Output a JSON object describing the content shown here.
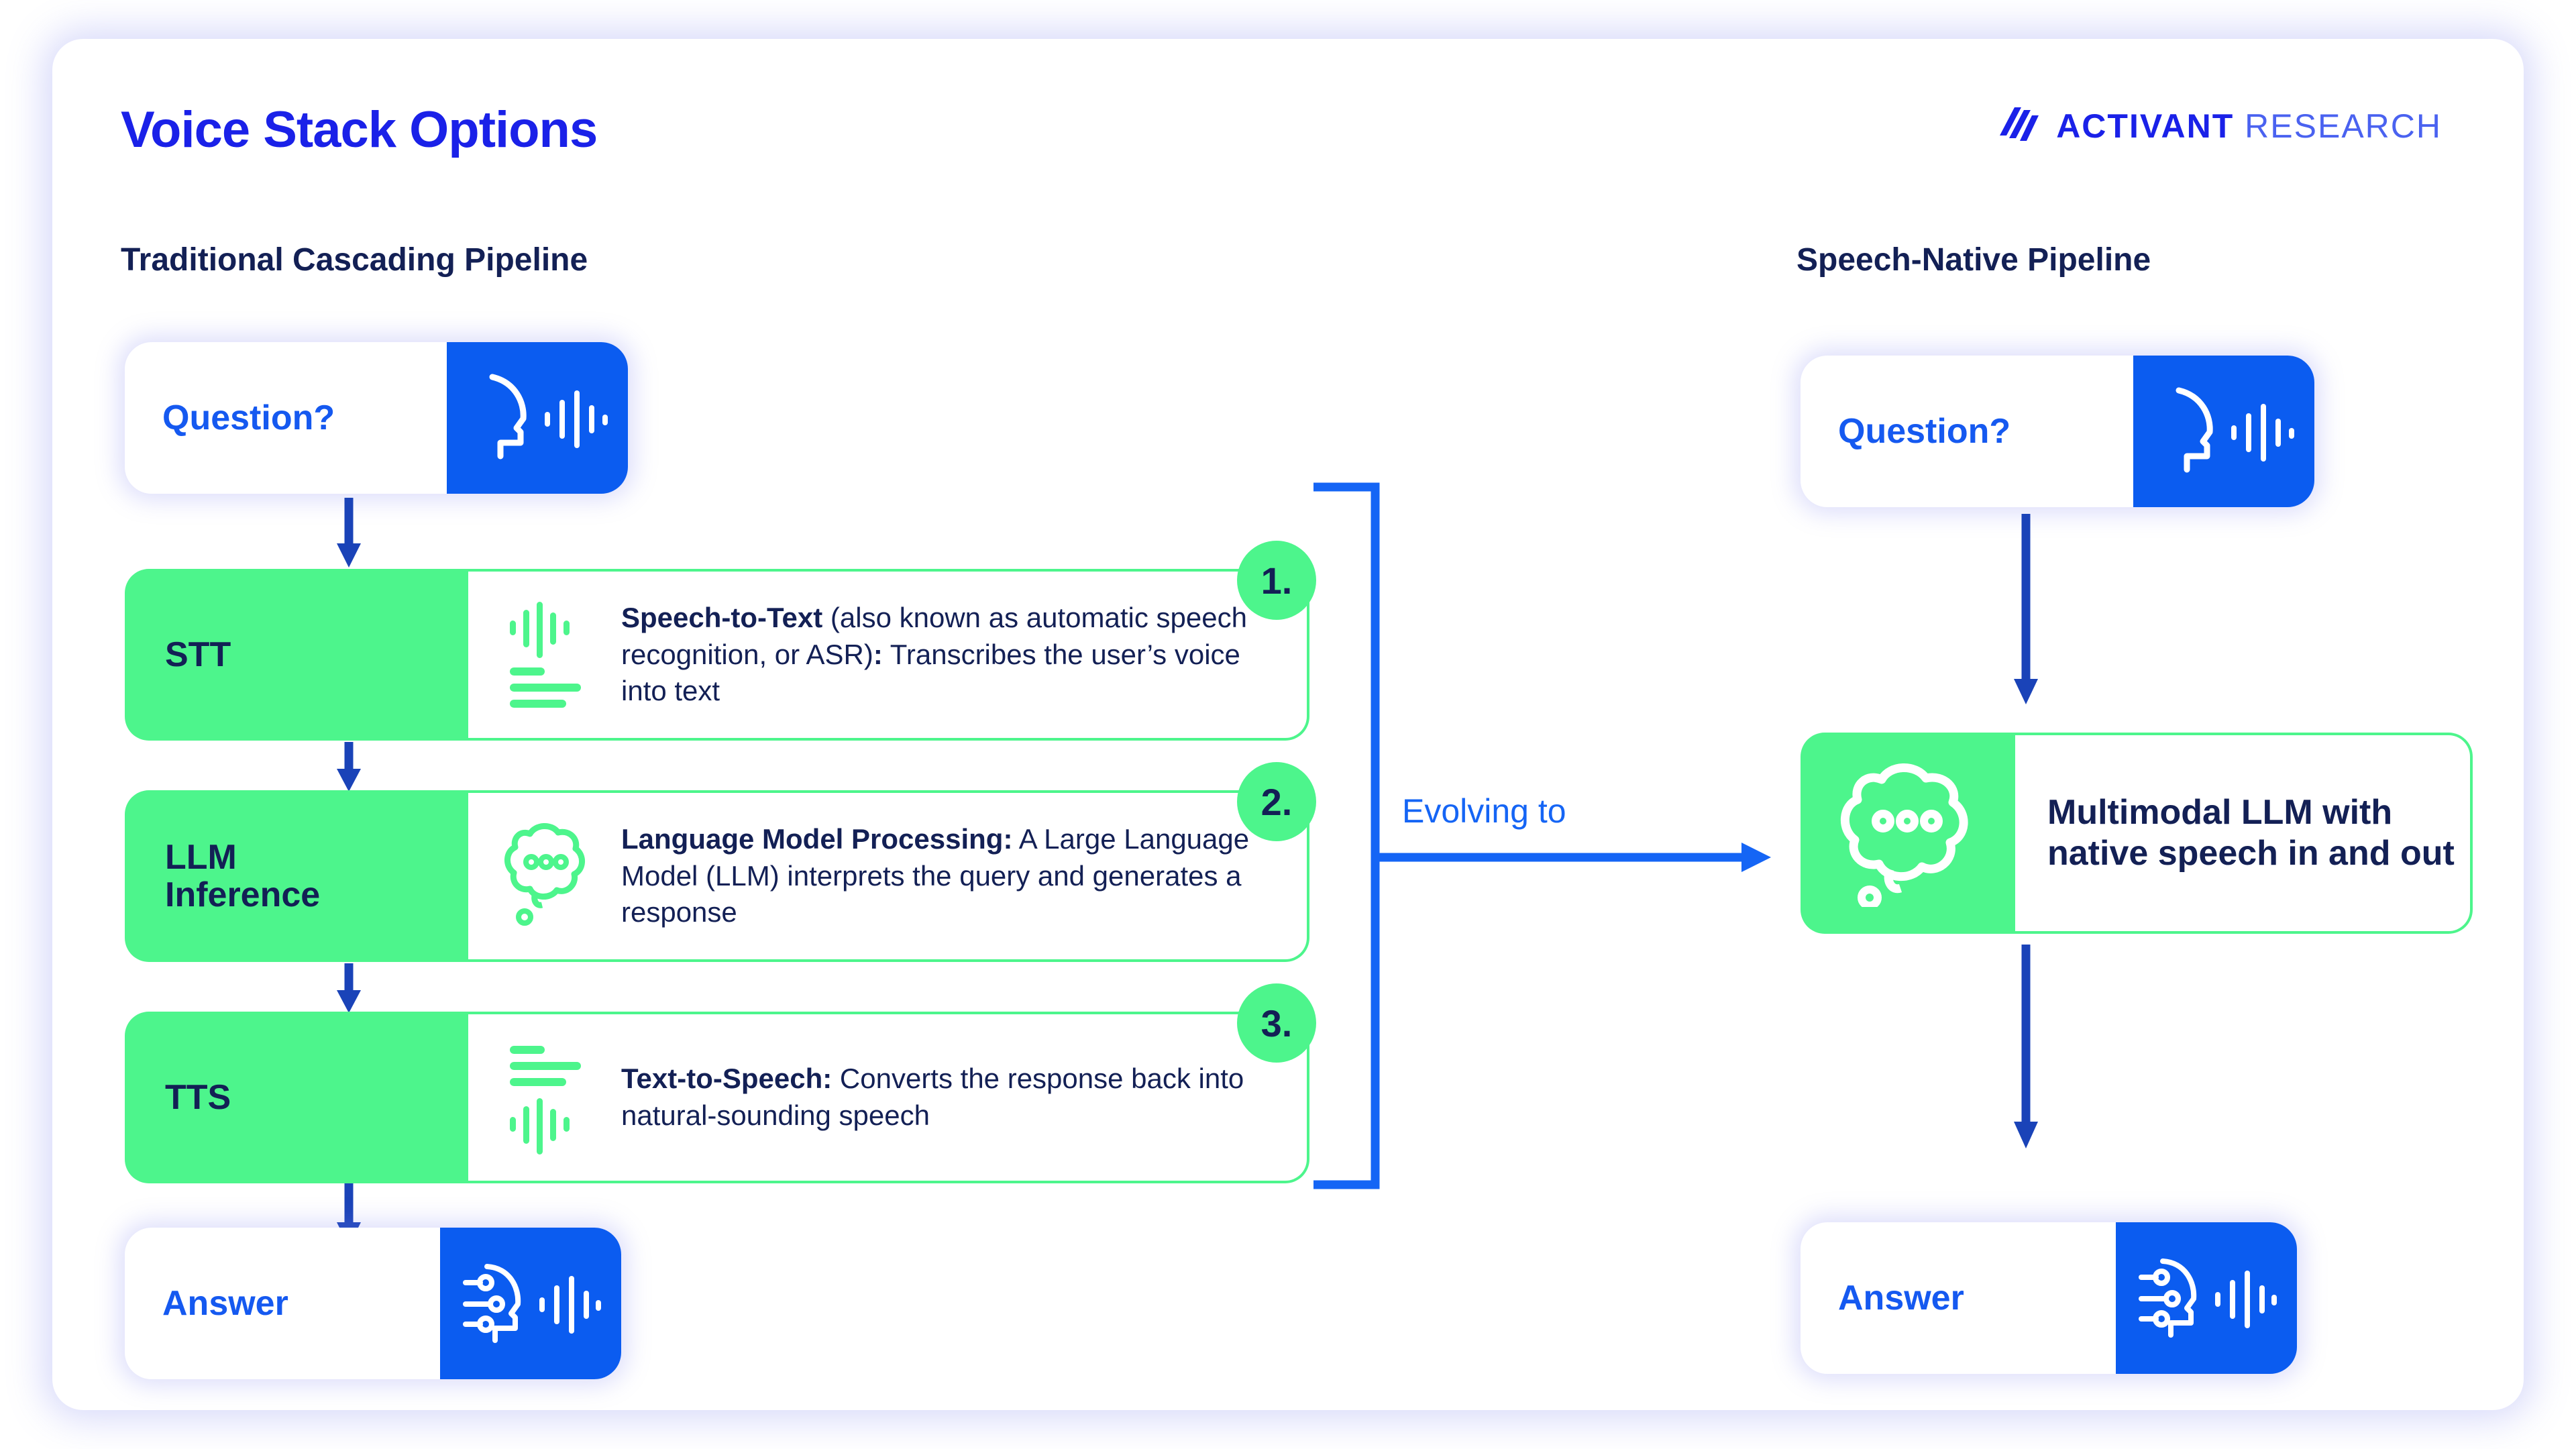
{
  "header": {
    "title": "Voice Stack Options",
    "logo": {
      "mark": "activant-stripes-icon",
      "bold": "ACTIVANT",
      "light": "RESEARCH"
    }
  },
  "columns": {
    "left_heading": "Traditional Cascading Pipeline",
    "right_heading": "Speech-Native Pipeline"
  },
  "colors": {
    "title_blue": "#1A21E8",
    "accent_blue": "#0B5CF0",
    "arrow_blue": "#1A43B8",
    "bracket_blue": "#1565F5",
    "green": "#4DF58C",
    "navy": "#132055"
  },
  "left_pipeline": {
    "question": {
      "label": "Question?",
      "icon": "speaking-head-waveform-icon"
    },
    "steps": [
      {
        "number": "1.",
        "tag": "STT",
        "icon": "waveform-to-text-icon",
        "bold": "Speech-to-Text",
        "rest": " (also known as automatic speech recognition, or ASR)",
        "bold2": ":",
        "rest2": " Transcribes the user’s voice into text"
      },
      {
        "number": "2.",
        "tag": "LLM\nInference",
        "icon": "thought-bubble-icon",
        "bold": "Language Model Processing:",
        "rest": " A Large Language Model (LLM) interprets the query and generates a response",
        "bold2": "",
        "rest2": ""
      },
      {
        "number": "3.",
        "tag": "TTS",
        "icon": "text-to-waveform-icon",
        "bold": "Text-to-Speech:",
        "rest": " Converts the response back into natural-sounding speech",
        "bold2": "",
        "rest2": ""
      }
    ],
    "answer": {
      "label": "Answer",
      "icon": "ai-head-waveform-icon"
    }
  },
  "connector": {
    "label": "Evolving to",
    "icon": "right-arrow-icon"
  },
  "right_pipeline": {
    "question": {
      "label": "Question?",
      "icon": "speaking-head-waveform-icon"
    },
    "model": {
      "text": "Multimodal LLM with native speech in and out",
      "icon": "thought-bubble-icon"
    },
    "answer": {
      "label": "Answer",
      "icon": "ai-head-waveform-icon"
    }
  }
}
